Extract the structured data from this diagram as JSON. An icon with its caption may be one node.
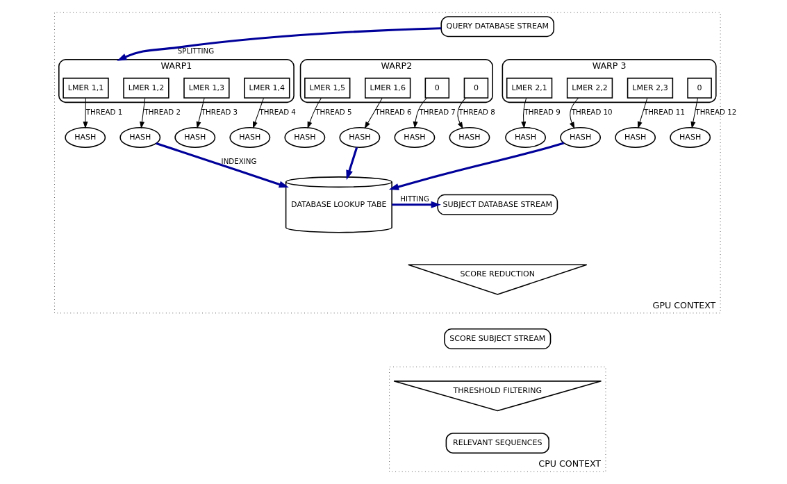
{
  "diagram": {
    "nodes": [
      {
        "text": [
          "GPU CONTEXT"
        ]
      },
      {
        "text": [
          "QUERY DATABASE STREAM"
        ],
        "in": 0
      },
      {
        "text": [
          "WARP1"
        ],
        "in": 0
      },
      {
        "text": [
          "LMER 1,1"
        ],
        "in": 2
      },
      {
        "text": [
          "LMER 1,2"
        ],
        "in": 2
      },
      {
        "text": [
          "LMER 1,3"
        ],
        "in": 2
      },
      {
        "text": [
          "LMER 1,4"
        ],
        "in": 2
      },
      {
        "text": [
          "WARP2"
        ],
        "in": 0
      },
      {
        "text": [
          "LMER 1,5"
        ],
        "in": 7
      },
      {
        "text": [
          "LMER 1,6"
        ],
        "in": 7
      },
      {
        "text": [
          "0"
        ],
        "in": 7
      },
      {
        "text": [
          "0"
        ],
        "in": 7
      },
      {
        "text": [
          "WARP 3"
        ],
        "in": 0
      },
      {
        "text": [
          "LMER 2,1"
        ],
        "in": 12
      },
      {
        "text": [
          "LMER 2,2"
        ],
        "in": 12
      },
      {
        "text": [
          "LMER 2,3"
        ],
        "in": 12
      },
      {
        "text": [
          "0"
        ],
        "in": 12
      },
      {
        "text": [
          "HASH"
        ],
        "in": 0
      },
      {
        "text": [
          "HASH"
        ],
        "in": 0
      },
      {
        "text": [
          "HASH"
        ],
        "in": 0
      },
      {
        "text": [
          "HASH"
        ],
        "in": 0
      },
      {
        "text": [
          "HASH"
        ],
        "in": 0
      },
      {
        "text": [
          "HASH"
        ],
        "in": 0
      },
      {
        "text": [
          "HASH"
        ],
        "in": 0
      },
      {
        "text": [
          "HASH"
        ],
        "in": 0
      },
      {
        "text": [
          "HASH"
        ],
        "in": 0
      },
      {
        "text": [
          "HASH"
        ],
        "in": 0
      },
      {
        "text": [
          "HASH"
        ],
        "in": 0
      },
      {
        "text": [
          "HASH"
        ],
        "in": 0
      },
      {
        "text": [
          "DATABASE LOOKUP TABE"
        ],
        "in": 0
      },
      {
        "text": [
          "SUBJECT DATABASE STREAM"
        ],
        "in": 0
      },
      {
        "text": [
          "SCORE REDUCTION"
        ],
        "in": 0
      },
      {
        "text": [
          "SCORE SUBJECT STREAM"
        ]
      },
      {
        "text": [
          "CPU CONTEXT"
        ]
      },
      {
        "text": [
          "THRESHOLD FILTERING"
        ],
        "in": 33
      },
      {
        "text": [
          "RELEVANT SEQUENCES"
        ],
        "in": 33
      }
    ],
    "edges": [
      {
        "from": 1,
        "to": 2,
        "arrow": "to",
        "label": "SPLITTING",
        "style": "thick",
        "color": "#00009a"
      },
      {
        "from": 3,
        "to": 17,
        "arrow": "to",
        "label": "THREAD 1"
      },
      {
        "from": 4,
        "to": 18,
        "arrow": "to",
        "label": "THREAD 2"
      },
      {
        "from": 5,
        "to": 19,
        "arrow": "to",
        "label": "THREAD 3"
      },
      {
        "from": 6,
        "to": 20,
        "arrow": "to",
        "label": "THREAD 4"
      },
      {
        "from": 8,
        "to": 21,
        "arrow": "to",
        "label": "THREAD 5"
      },
      {
        "from": 9,
        "to": 22,
        "arrow": "to",
        "label": "THREAD 6"
      },
      {
        "from": 10,
        "to": 23,
        "arrow": "to",
        "label": "THREAD 7"
      },
      {
        "from": 11,
        "to": 24,
        "arrow": "to",
        "label": "THREAD 8"
      },
      {
        "from": 13,
        "to": 25,
        "arrow": "to",
        "label": "THREAD 9"
      },
      {
        "from": 14,
        "to": 26,
        "arrow": "to",
        "label": "THREAD 10"
      },
      {
        "from": 15,
        "to": 27,
        "arrow": "to",
        "label": "THREAD 11"
      },
      {
        "from": 16,
        "to": 28,
        "arrow": "to",
        "label": "THREAD 12"
      },
      {
        "from": 18,
        "to": 29,
        "arrow": "to",
        "label": "INDEXING",
        "style": "thick",
        "color": "#00009a"
      },
      {
        "from": 22,
        "to": 29,
        "arrow": "to",
        "style": "thick",
        "color": "#00009a"
      },
      {
        "from": 26,
        "to": 29,
        "arrow": "to",
        "style": "thick",
        "color": "#00009a"
      },
      {
        "from": 29,
        "to": 30,
        "arrow": "to",
        "label": "HITTING",
        "style": "thick",
        "color": "#00009a"
      }
    ]
  }
}
